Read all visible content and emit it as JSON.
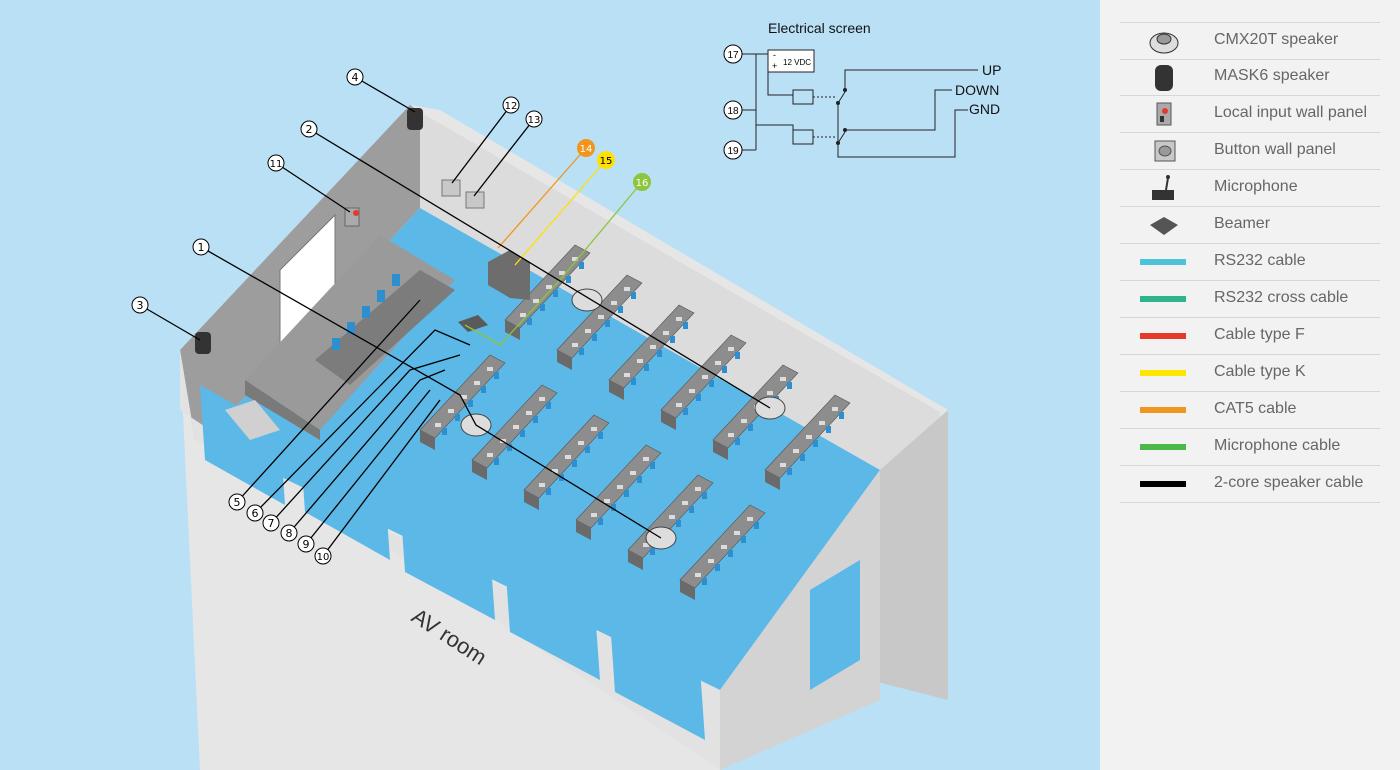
{
  "diagram": {
    "room_label": "AV room",
    "electrical_screen": {
      "title": "Electrical screen",
      "voltage_label": "12 VDC",
      "minus": "-",
      "plus": "+",
      "outputs": [
        "UP",
        "DOWN",
        "GND"
      ],
      "callouts": [
        "17",
        "18",
        "19"
      ]
    },
    "callouts": {
      "c1": "1",
      "c2": "2",
      "c3": "3",
      "c4": "4",
      "c5": "5",
      "c6": "6",
      "c7": "7",
      "c8": "8",
      "c9": "9",
      "c10": "10",
      "c11": "11",
      "c12": "12",
      "c13": "13",
      "c14": "14",
      "c15": "15",
      "c16": "16"
    },
    "colors": {
      "background": "#b9e0f5",
      "floor": "#5cb8e6",
      "wall": "#d9d9d9",
      "cat5": "#f0961e",
      "cable_k": "#ffe100",
      "mic_cable": "#8cc63f"
    }
  },
  "legend": {
    "items": [
      {
        "label": "CMX20T speaker",
        "icon": "ceiling-speaker-icon"
      },
      {
        "label": "MASK6 speaker",
        "icon": "wall-speaker-icon"
      },
      {
        "label": "Local input wall panel",
        "icon": "input-panel-icon"
      },
      {
        "label": "Button wall panel",
        "icon": "button-panel-icon"
      },
      {
        "label": "Microphone",
        "icon": "microphone-icon"
      },
      {
        "label": "Beamer",
        "icon": "beamer-icon"
      },
      {
        "label": "RS232 cable",
        "color": "#4cc3d6"
      },
      {
        "label": "RS232 cross cable",
        "color": "#2fb38c"
      },
      {
        "label": "Cable type F",
        "color": "#e53a2b"
      },
      {
        "label": "Cable type K",
        "color": "#ffe600"
      },
      {
        "label": "CAT5 cable",
        "color": "#f0961e"
      },
      {
        "label": "Microphone cable",
        "color": "#4db848"
      },
      {
        "label": "2-core speaker cable",
        "color": "#000000"
      }
    ]
  }
}
